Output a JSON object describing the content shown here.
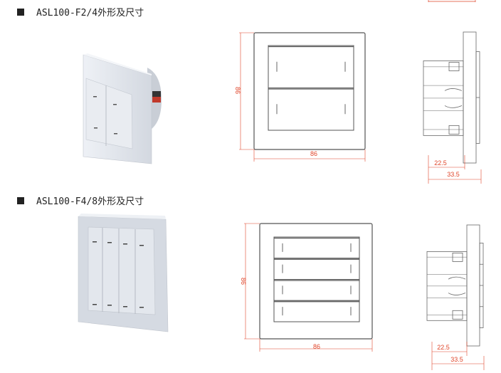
{
  "colors": {
    "dimension": "#e0452a",
    "outline": "#555555",
    "product": "#dfe3ea"
  },
  "sections": [
    {
      "title": "ASL100-F2/4外形及尺寸",
      "height_dim": "86",
      "width_dim": "86",
      "depth_inner": "22.5",
      "depth_outer": "33.5",
      "buttons": 2
    },
    {
      "title": "ASL100-F4/8外形及尺寸",
      "height_dim": "86",
      "width_dim": "86",
      "depth_inner": "22.5",
      "depth_outer": "33.5",
      "buttons": 4
    }
  ]
}
